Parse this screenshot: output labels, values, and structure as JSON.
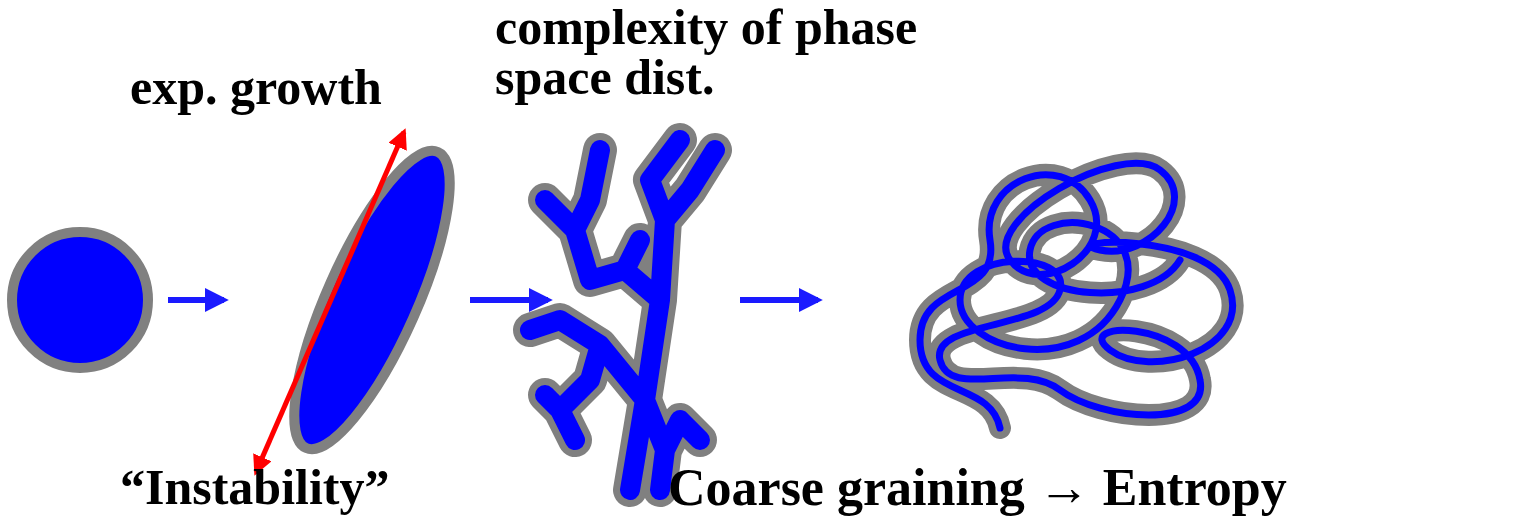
{
  "diagram": {
    "labels": [
      "exp. growth",
      "complexity of phase space dist.",
      "“Instability”",
      "Coarse graining → Entropy"
    ]
  }
}
